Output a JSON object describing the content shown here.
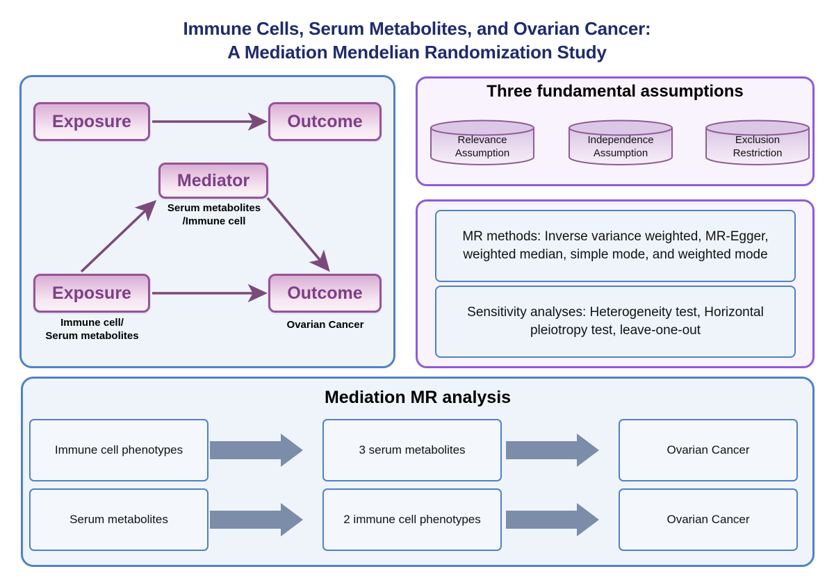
{
  "title": {
    "line1": "Immune Cells, Serum Metabolites, and Ovarian Cancer:",
    "line2": "A Mediation Mendelian Randomization Study",
    "color": "#1F2B6C"
  },
  "colors": {
    "title_navy": "#1F2B6C",
    "panel_blue_border": "#4F81C7",
    "panel_blue_fill": "#EFF4FB",
    "panel_purple_border": "#8E5BD9",
    "panel_purple_fill": "#F9F3FD",
    "node_purple_border": "#96539B",
    "node_purple_text": "#7D3F86",
    "arrow_purple": "#7B4A7B",
    "arrow_steel": "#7B8DA8"
  },
  "left_panel": {
    "name": "mediation-concept-diagram",
    "nodes": {
      "exposure_top": "Exposure",
      "outcome_top": "Outcome",
      "mediator": "Mediator",
      "exposure_bottom": "Exposure",
      "outcome_bottom": "Outcome"
    },
    "captions": {
      "mediator_caption_line1": "Serum metabolites",
      "mediator_caption_line2": "/Immune cell",
      "exposure_caption_line1": "Immune cell/",
      "exposure_caption_line2": "Serum metabolites",
      "outcome_caption": "Ovarian Cancer"
    },
    "edges": [
      {
        "from": "Exposure",
        "to": "Outcome",
        "style": "direct-horizontal"
      },
      {
        "from": "Exposure",
        "to": "Mediator",
        "style": "diagonal-up-right"
      },
      {
        "from": "Mediator",
        "to": "Outcome",
        "style": "diagonal-down-right"
      },
      {
        "from": "Exposure",
        "to": "Outcome",
        "style": "direct-horizontal-lower"
      }
    ]
  },
  "assumptions_panel": {
    "title": "Three fundamental assumptions",
    "items": [
      {
        "line1": "Relevance",
        "line2": "Assumption",
        "shape": "cylinder"
      },
      {
        "line1": "Independence",
        "line2": "Assumption",
        "shape": "cylinder"
      },
      {
        "line1": "Exclusion",
        "line2": "Restriction",
        "shape": "cylinder"
      }
    ]
  },
  "methods_panel": {
    "methods_box": "MR methods: Inverse variance weighted, MR-Egger, weighted median, simple mode, and weighted mode",
    "sensitivity_box": "Sensitivity analyses: Heterogeneity test, Horizontal pleiotropy test, leave-one-out"
  },
  "mediation_panel": {
    "title": "Mediation MR analysis",
    "rows": [
      {
        "exposure": "Immune cell phenotypes",
        "mediator": "3 serum metabolites",
        "outcome": "Ovarian Cancer"
      },
      {
        "exposure": "Serum metabolites",
        "mediator": "2 immune cell phenotypes",
        "outcome": "Ovarian Cancer"
      }
    ]
  },
  "icons": {
    "arrow_right": "arrow-right-icon",
    "block_arrow": "block-arrow-right-icon",
    "cylinder": "cylinder-icon"
  }
}
